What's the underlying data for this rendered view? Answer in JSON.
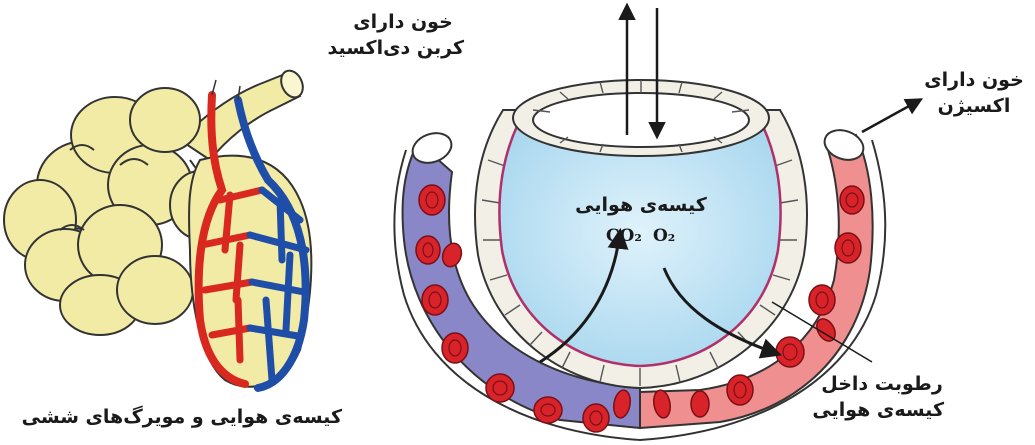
{
  "labels": {
    "blood_co2_line1": "خون دارای",
    "blood_co2_line2": "کربن دی‌اکسید",
    "blood_o2_line1": "خون دارای",
    "blood_o2_line2": "اکسیژن",
    "air_sac": "کیسه‌ی هوایی",
    "gas_co2": "CO₂",
    "gas_o2": "O₂",
    "moisture_line1": "رطوبت داخل",
    "moisture_line2": "کیسه‌ی هوایی",
    "left_caption": "کیسه‌ی هوایی و مویرگ‌های ششی"
  },
  "colors": {
    "deoxygenated_blood": "#8a87c9",
    "oxygenated_blood": "#ef8f8f",
    "red_cell": "#d9232a",
    "air_sac_inner": "#bfe3f4",
    "sac_tissue": "#f2efe6",
    "lung_tissue": "#f1eba6",
    "artery": "#d8281f",
    "vein": "#1f4ea8"
  }
}
